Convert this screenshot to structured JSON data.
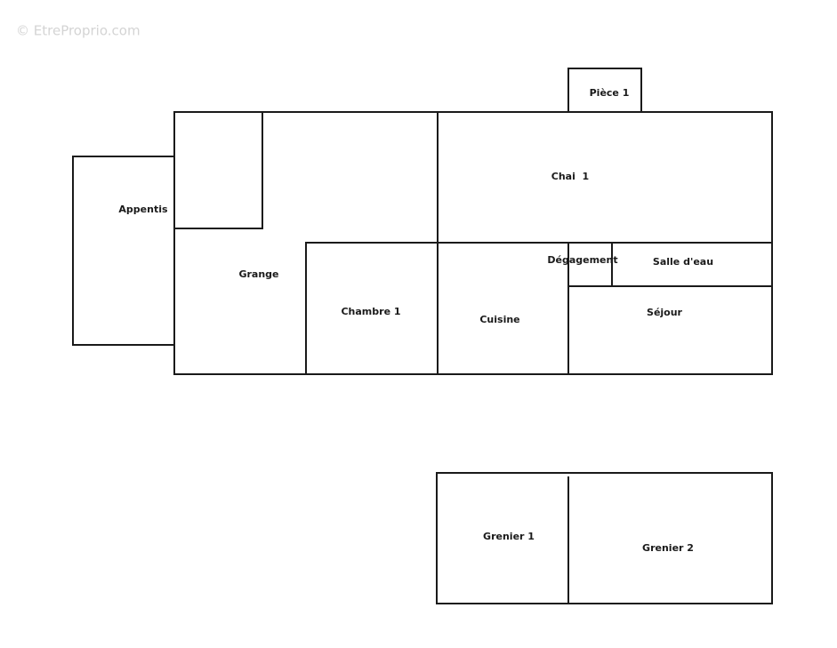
{
  "watermark": "© EtreProprio.com",
  "rooms": {
    "piece1": "Pièce 1",
    "chai1": "Chai  1",
    "appentis": "Appentis",
    "grange": "Grange",
    "chambre1": "Chambre 1",
    "cuisine": "Cuisine",
    "degagement": "Dégagement",
    "salle_eau": "Salle d'eau",
    "sejour": "Séjour",
    "grenier1": "Grenier 1",
    "grenier2": "Grenier 2"
  },
  "colors": {
    "wall": "#1a1a1a",
    "background": "#ffffff",
    "watermark": "#d4d4d4"
  }
}
